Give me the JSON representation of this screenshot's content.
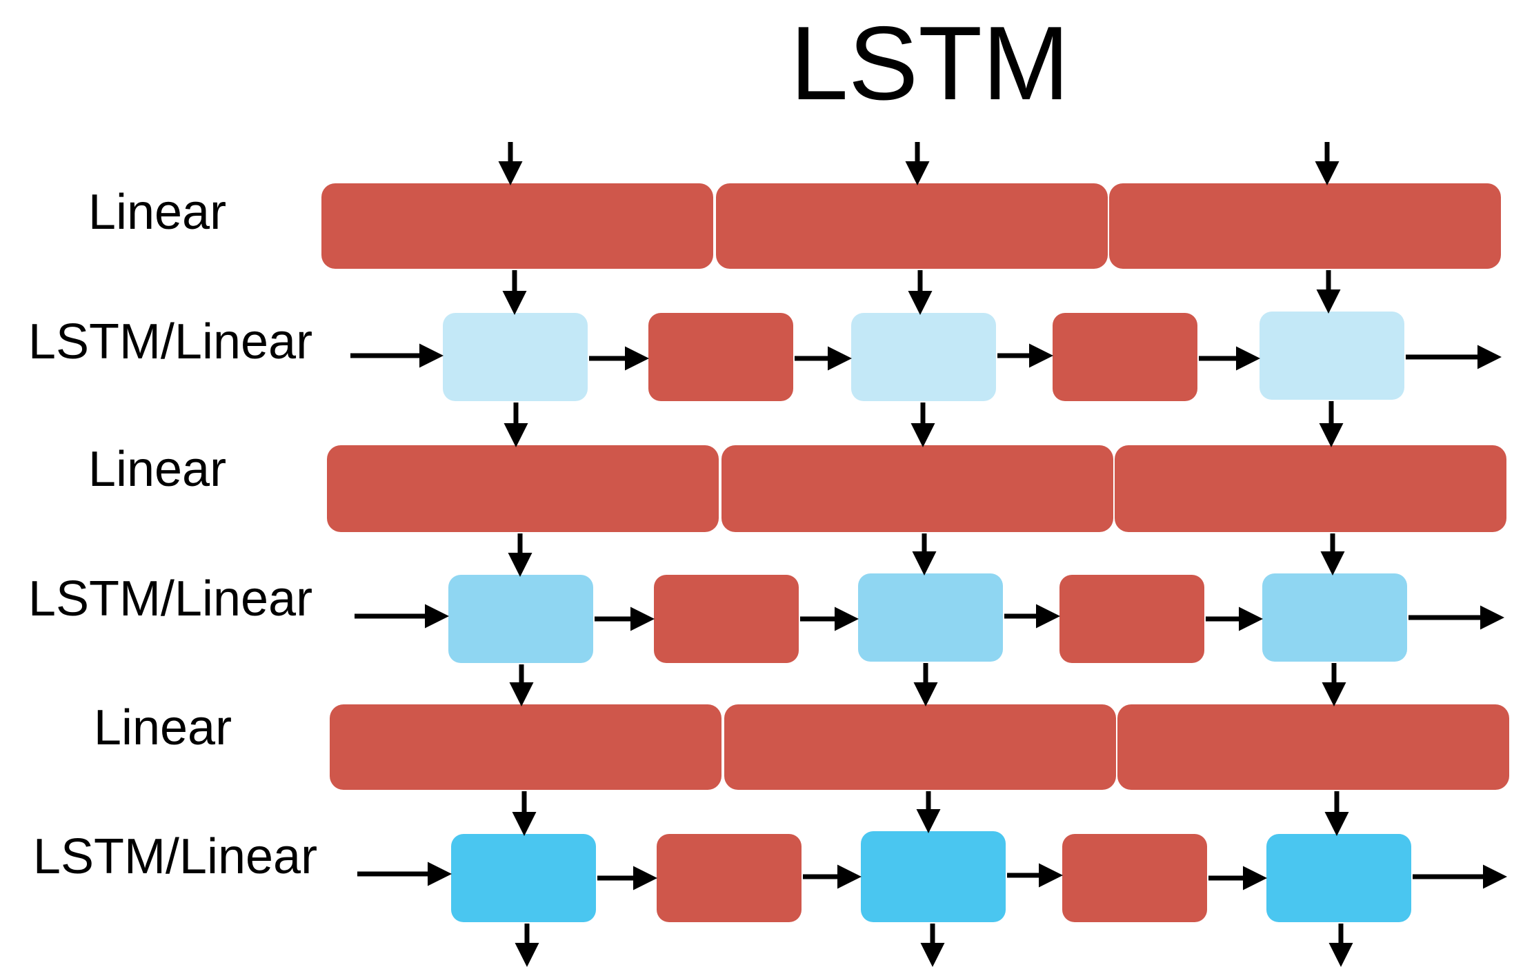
{
  "title": "LSTM",
  "row_labels": [
    "Linear",
    "LSTM/Linear",
    "Linear",
    "LSTM/Linear",
    "Linear",
    "LSTM/Linear"
  ],
  "colors": {
    "linear_block": "#cf574b",
    "lstm_light": "#c3e8f7",
    "lstm_medium": "#8fd6f2",
    "lstm_bright": "#4ac6f0",
    "arrow": "#000000",
    "background": "#ffffff"
  }
}
